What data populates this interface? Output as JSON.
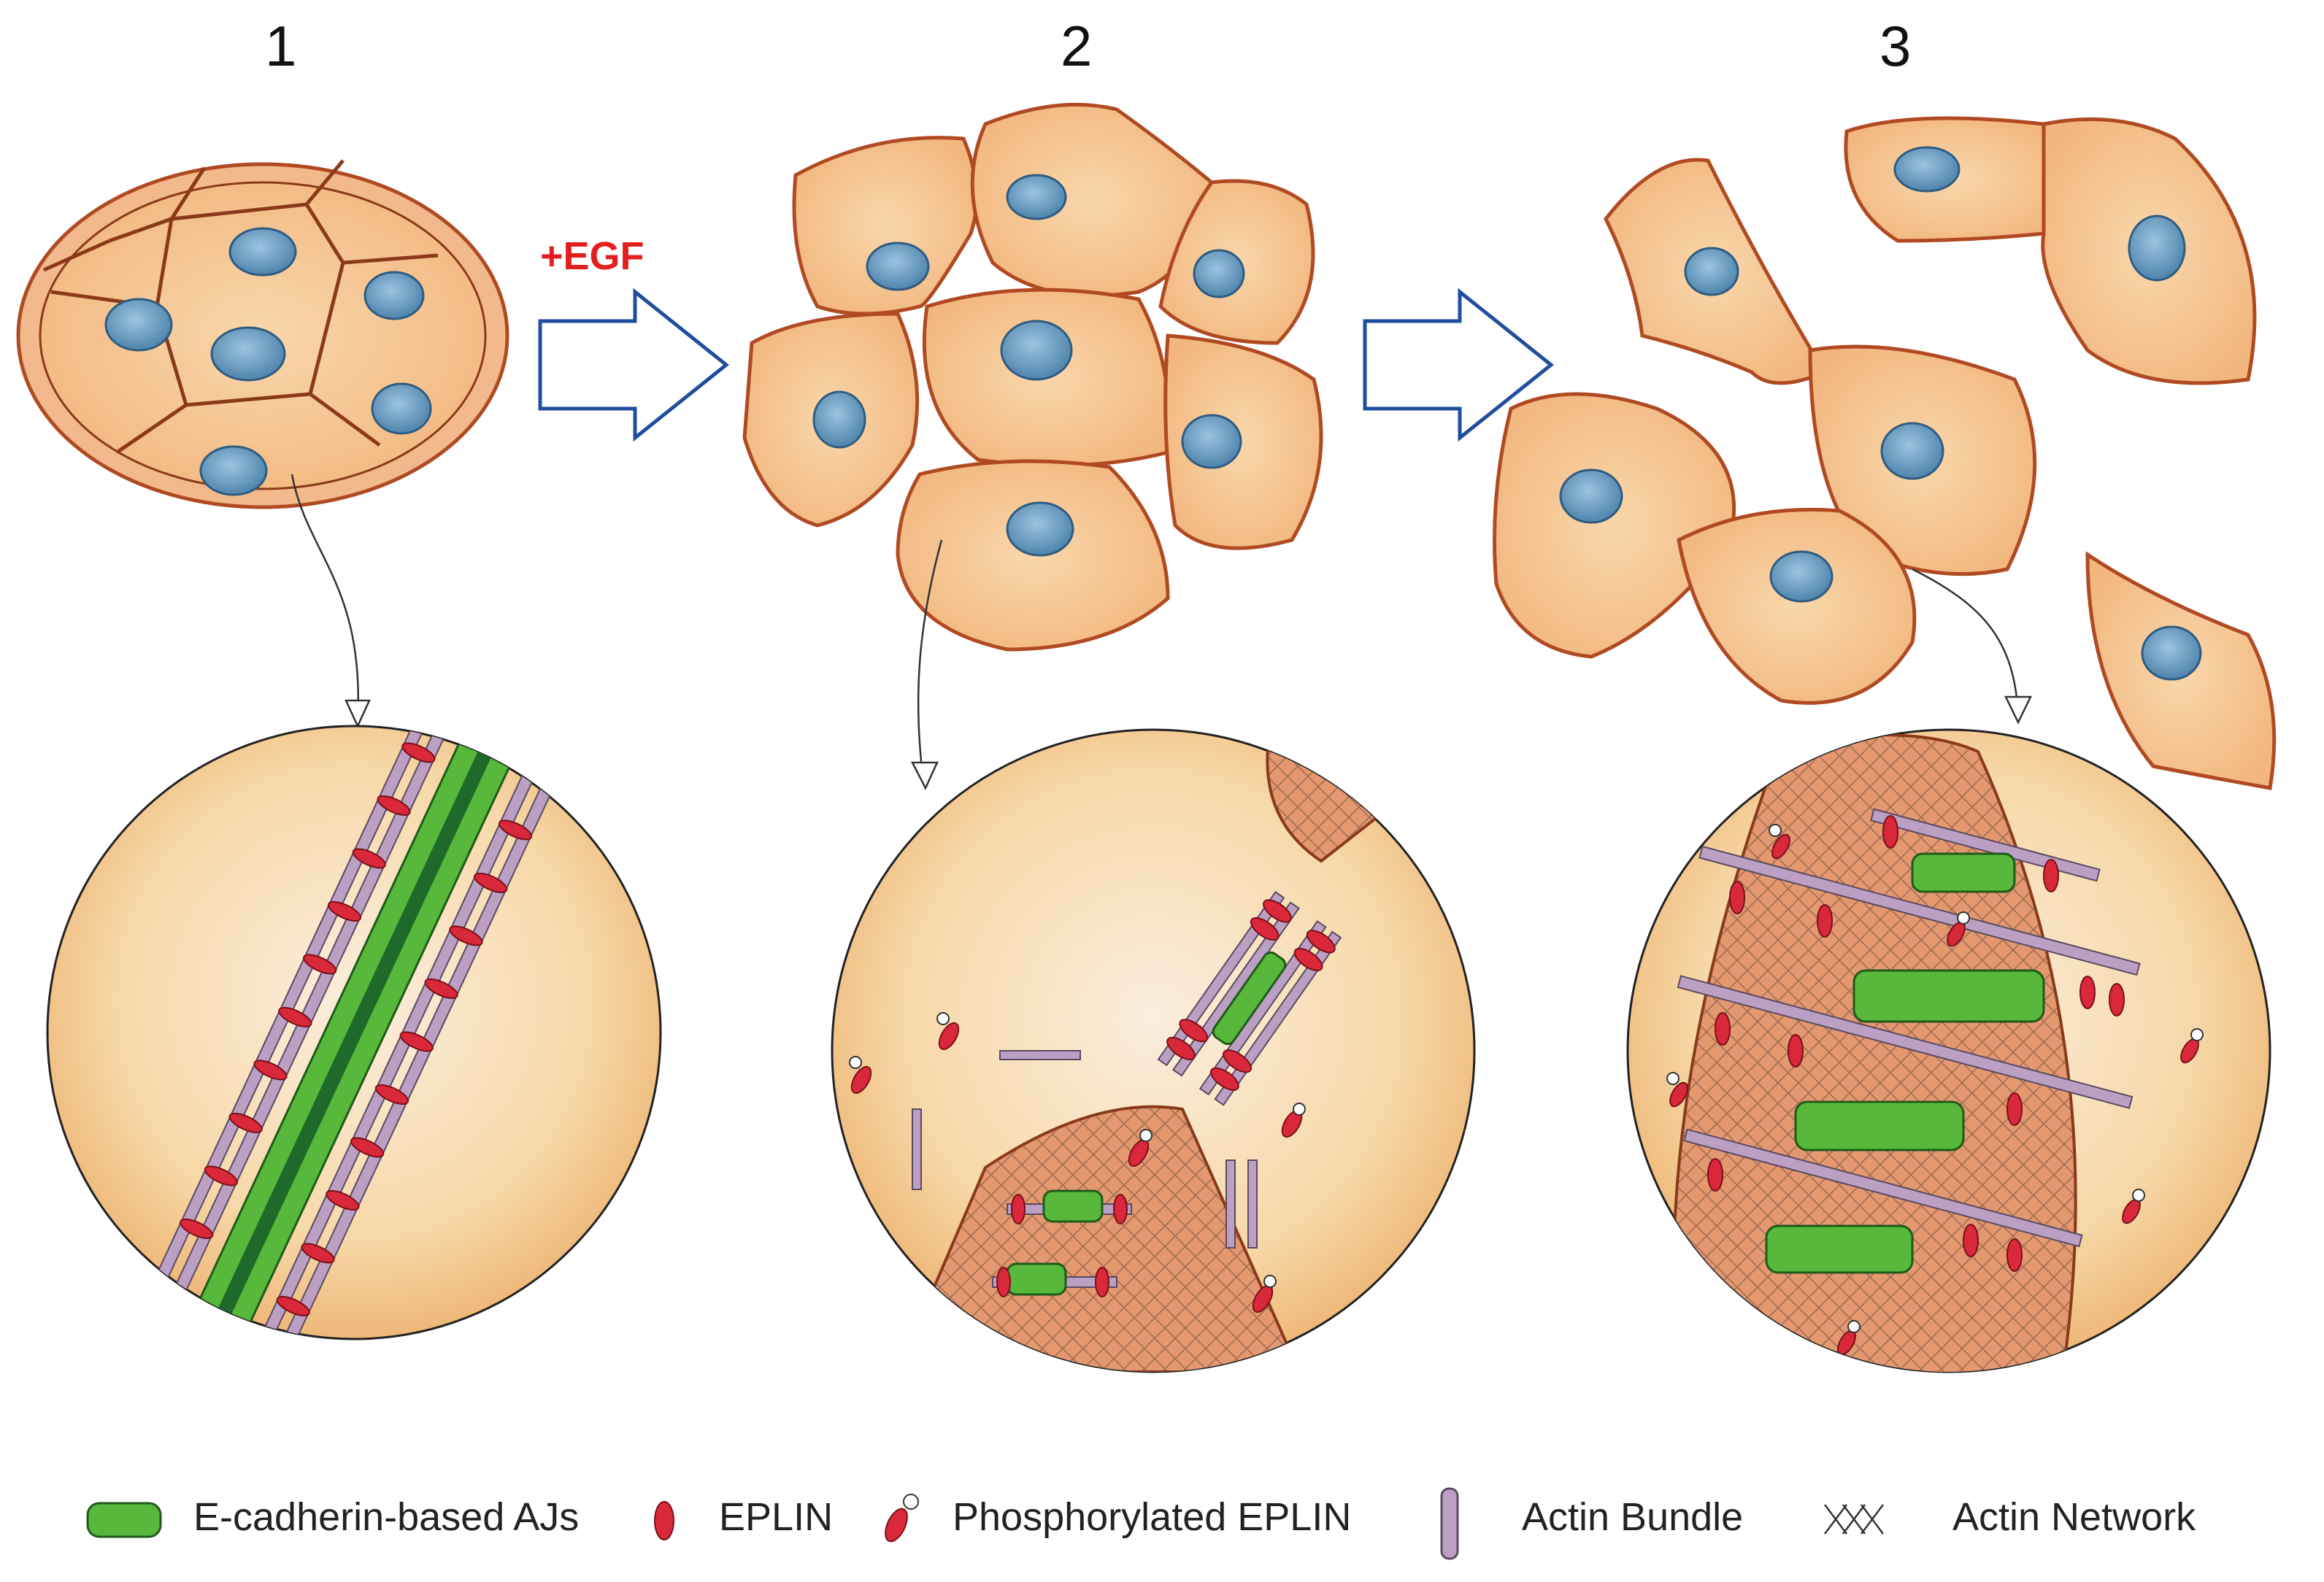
{
  "stages": [
    {
      "label": "1"
    },
    {
      "label": "2"
    },
    {
      "label": "3"
    }
  ],
  "treatment_label": "+EGF",
  "legend": [
    {
      "label": "E-cadherin-based AJs",
      "icon": "green-junction-icon"
    },
    {
      "label": "EPLIN",
      "icon": "red-oval-icon"
    },
    {
      "label": "Phosphorylated EPLIN",
      "icon": "phospho-eplin-icon"
    },
    {
      "label": "Actin Bundle",
      "icon": "actin-bar-icon"
    },
    {
      "label": "Actin Network",
      "icon": "crosshatch-icon"
    }
  ],
  "colors": {
    "cell_fill": "#f6c896",
    "cell_border": "#b04a22",
    "nucleus": "#6f9ec2",
    "adherens_junction": "#57b83c",
    "eplin": "#d9283a",
    "actin_bundle": "#bca0c4",
    "zoom_bg": "#f8dcae",
    "arrow": "#1f4e9c",
    "treatment_text": "#e41e1e"
  }
}
